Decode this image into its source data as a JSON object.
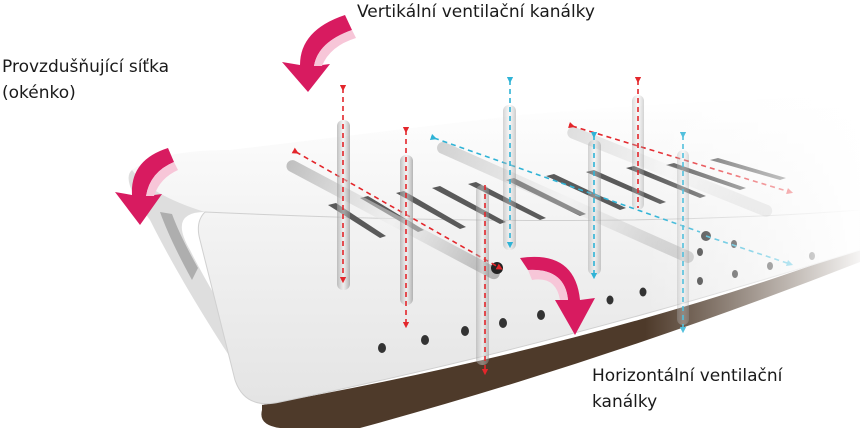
{
  "labels": {
    "vertical": "Vertikální ventilační kanálky",
    "mesh_line1": "Provzdušňující síťka",
    "mesh_line2": "(okénko)",
    "horizontal_line1": "Horizontální ventilační",
    "horizontal_line2": "kanálky"
  },
  "colors": {
    "warm_air": "#e3262b",
    "cool_air": "#2fb3d6",
    "magenta_arrow": "#d81b60",
    "mattress": "#f2f2f2",
    "base_layer": "#4e3a2a"
  },
  "icons": [
    "curved-arrow-icon",
    "air-flow-arrow-icon"
  ]
}
